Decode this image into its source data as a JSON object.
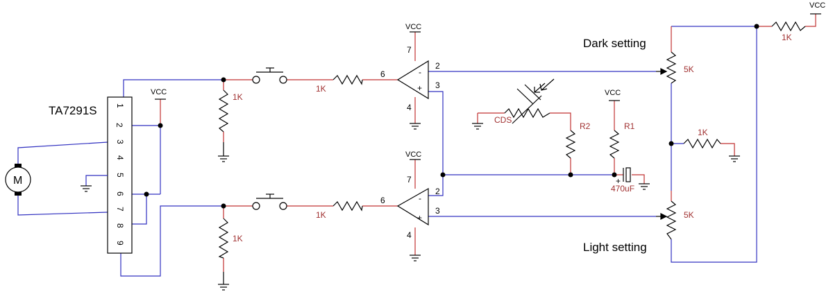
{
  "colors": {
    "wire_blue": "#3030c0",
    "wire_red": "#c03030",
    "component": "#000000",
    "value_text": "#a03030",
    "text": "#000000",
    "background": "#ffffff"
  },
  "icons": {
    "motor": "motor-icon",
    "resistor": "resistor-icon",
    "ground": "ground-icon",
    "push_button": "push-button-icon",
    "op_amp": "op-amp-icon",
    "ldr": "ldr-icon",
    "capacitor": "capacitor-icon",
    "potentiometer": "potentiometer-icon",
    "junction": "junction-dot-icon"
  },
  "diagram": {
    "ic": {
      "name": "TA7291S",
      "pins": [
        "1",
        "2",
        "3",
        "4",
        "5",
        "6",
        "7",
        "8",
        "9"
      ]
    },
    "motor_label": "M",
    "vcc_label": "VCC",
    "headings": {
      "dark": "Dark setting",
      "light": "Light setting"
    },
    "values": {
      "r_top_pull": "1K",
      "r_top_series": "1K",
      "r_bottom_pull": "1K",
      "r_bottom_series": "1K",
      "r_vcc": "1K",
      "r_divider": "1K",
      "pot_dark": "5K",
      "pot_light": "5K",
      "cds": "CDS",
      "r2": "R2",
      "r1": "R1",
      "cap": "470uF",
      "cap_plus": "+"
    },
    "opamp_top": {
      "pin_vcc": "7",
      "pin_gnd": "4",
      "pin_inv": "2",
      "pin_noninv": "3",
      "pin_out": "6",
      "minus": "-",
      "plus": "+"
    },
    "opamp_bottom": {
      "pin_vcc": "7",
      "pin_gnd": "4",
      "pin_inv": "2",
      "pin_noninv": "3",
      "pin_out": "6",
      "minus": "-",
      "plus": "+"
    }
  }
}
